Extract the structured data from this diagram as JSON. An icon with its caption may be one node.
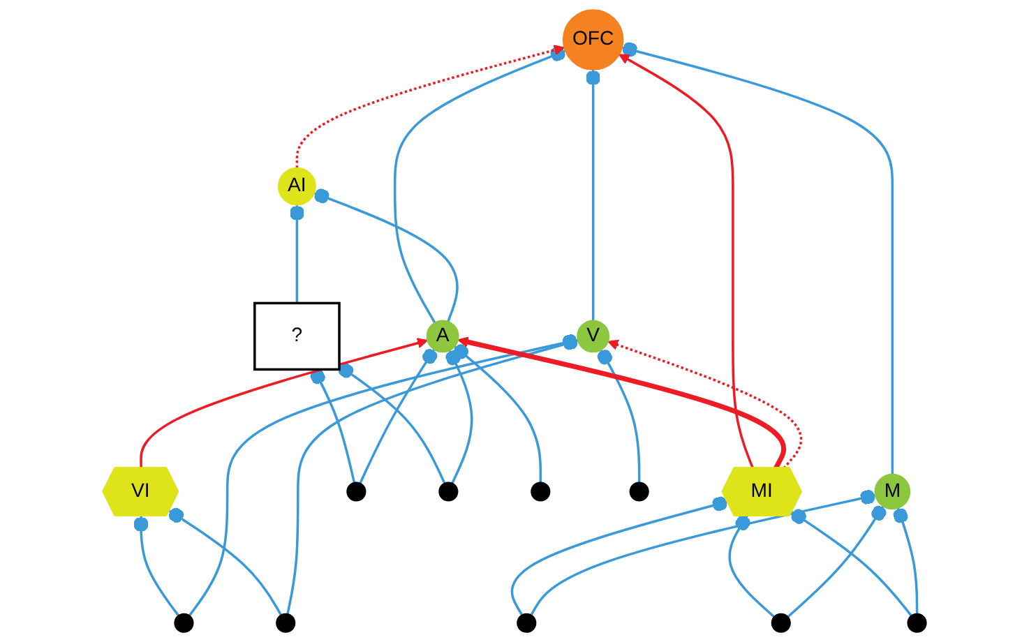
{
  "diagram": {
    "nodes": [
      {
        "text": [
          "OFC"
        ]
      },
      {
        "text": [
          "AI"
        ]
      },
      {
        "text": [
          "?"
        ]
      },
      {
        "text": [
          "A"
        ]
      },
      {
        "text": [
          "VI"
        ]
      },
      {
        "text": [
          "V"
        ]
      },
      {
        "text": [
          "MI"
        ]
      },
      {
        "text": [
          "M"
        ]
      },
      {
        "text": [],
        "shape": "circle"
      },
      {
        "text": [],
        "shape": "circle"
      },
      {
        "text": [],
        "shape": "circle"
      },
      {
        "text": [],
        "shape": "circle"
      },
      {
        "text": [],
        "shape": "circle"
      },
      {
        "text": [],
        "shape": "circle"
      },
      {
        "text": [],
        "shape": "circle"
      },
      {
        "text": [],
        "shape": "circle"
      },
      {
        "text": [],
        "shape": "circle"
      }
    ],
    "edges": [
      {
        "from": 3,
        "to": 0,
        "arrow": "other"
      },
      {
        "from": 5,
        "to": 0,
        "arrow": "other"
      },
      {
        "from": 7,
        "to": 0,
        "arrow": "other"
      },
      {
        "from": 3,
        "to": 1,
        "arrow": "other"
      },
      {
        "from": 2,
        "to": 1,
        "arrow": "other"
      },
      {
        "from": 8,
        "to": 2,
        "arrow": "other"
      },
      {
        "from": 9,
        "to": 2,
        "arrow": "other"
      },
      {
        "from": 8,
        "to": 3,
        "arrow": "other"
      },
      {
        "from": 9,
        "to": 3,
        "arrow": "other"
      },
      {
        "from": 10,
        "to": 3,
        "arrow": "other"
      },
      {
        "from": 11,
        "to": 4,
        "arrow": "other"
      },
      {
        "from": 12,
        "to": 4,
        "arrow": "other"
      },
      {
        "from": 11,
        "to": 5,
        "arrow": "other"
      },
      {
        "from": 12,
        "to": 5,
        "arrow": "other"
      },
      {
        "from": 13,
        "to": 5,
        "arrow": "other"
      },
      {
        "from": 14,
        "to": 6,
        "arrow": "other"
      },
      {
        "from": 15,
        "to": 6,
        "arrow": "other"
      },
      {
        "from": 16,
        "to": 6,
        "arrow": "other"
      },
      {
        "from": 14,
        "to": 7,
        "arrow": "other"
      },
      {
        "from": 15,
        "to": 7,
        "arrow": "other"
      },
      {
        "from": 16,
        "to": 7,
        "arrow": "other"
      },
      {
        "from": 1,
        "to": 0,
        "arrow": "to",
        "style": "dashed",
        "color": "#ed1c24"
      },
      {
        "from": 6,
        "to": 0,
        "arrow": "to",
        "color": "#ed1c24"
      },
      {
        "from": 6,
        "to": 3,
        "arrow": "to",
        "style": "thick",
        "color": "#ed1c24"
      },
      {
        "from": 4,
        "to": 3,
        "arrow": "to",
        "color": "#ed1c24"
      },
      {
        "from": 6,
        "to": 5,
        "arrow": "to",
        "style": "dashed",
        "color": "#ed1c24"
      }
    ]
  }
}
